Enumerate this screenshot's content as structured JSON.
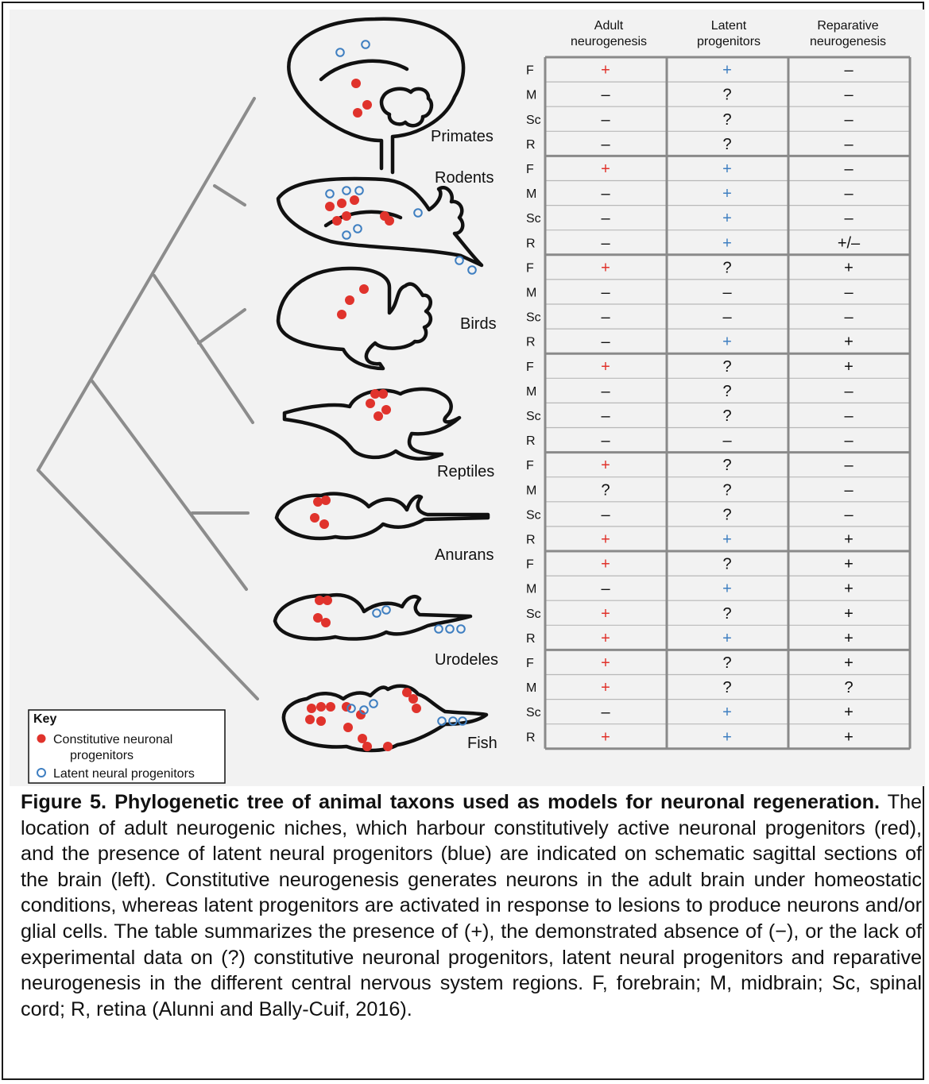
{
  "figure": {
    "columns": [
      {
        "id": "adult",
        "line1": "Adult",
        "line2": "neurogenesis"
      },
      {
        "id": "latent",
        "line1": "Latent",
        "line2": "progenitors"
      },
      {
        "id": "reparative",
        "line1": "Reparative",
        "line2": "neurogenesis"
      }
    ],
    "region_labels": [
      "F",
      "M",
      "Sc",
      "R"
    ],
    "taxa": [
      {
        "name": "Primates",
        "rows": [
          [
            "+",
            "+",
            "–"
          ],
          [
            "–",
            "?",
            "–"
          ],
          [
            "–",
            "?",
            "–"
          ],
          [
            "–",
            "?",
            "–"
          ]
        ]
      },
      {
        "name": "Rodents",
        "rows": [
          [
            "+",
            "+",
            "–"
          ],
          [
            "–",
            "+",
            "–"
          ],
          [
            "–",
            "+",
            "–"
          ],
          [
            "–",
            "+",
            "+/–"
          ]
        ]
      },
      {
        "name": "Birds",
        "rows": [
          [
            "+",
            "?",
            "+"
          ],
          [
            "–",
            "–",
            "–"
          ],
          [
            "–",
            "–",
            "–"
          ],
          [
            "–",
            "+",
            "+"
          ]
        ]
      },
      {
        "name": "Reptiles",
        "rows": [
          [
            "+",
            "?",
            "+"
          ],
          [
            "–",
            "?",
            "–"
          ],
          [
            "–",
            "?",
            "–"
          ],
          [
            "–",
            "–",
            "–"
          ]
        ]
      },
      {
        "name": "Anurans",
        "rows": [
          [
            "+",
            "?",
            "–"
          ],
          [
            "?",
            "?",
            "–"
          ],
          [
            "–",
            "?",
            "–"
          ],
          [
            "+",
            "+",
            "+"
          ]
        ]
      },
      {
        "name": "Urodeles",
        "rows": [
          [
            "+",
            "?",
            "+"
          ],
          [
            "–",
            "+",
            "+"
          ],
          [
            "+",
            "?",
            "+"
          ],
          [
            "+",
            "+",
            "+"
          ]
        ]
      },
      {
        "name": "Fish",
        "rows": [
          [
            "+",
            "?",
            "+"
          ],
          [
            "+",
            "?",
            "?"
          ],
          [
            "–",
            "+",
            "+"
          ],
          [
            "+",
            "+",
            "+"
          ]
        ]
      }
    ],
    "key": {
      "title": "Key",
      "red_line1": "Constitutive neuronal",
      "red_line2": "progenitors",
      "blue": "Latent neural progenitors"
    },
    "colors": {
      "constitutive": "#e0332c",
      "latent": "#3f7fc1",
      "tree": "#8c8c8c",
      "plus_adult": "#e0332c",
      "plus_latent": "#3f7fc1"
    }
  },
  "caption": {
    "title": "Figure 5. Phylogenetic tree of animal taxons used as models for neuronal regeneration.",
    "body": " The location of adult neurogenic niches, which harbour constitutively active neuronal progenitors (red), and the presence of latent neural progenitors (blue) are indicated on schematic sagittal sections of the brain (left). Constitutive neurogenesis generates neurons in the adult brain under homeostatic conditions, whereas latent progenitors are activated in response to lesions to produce neurons and/or glial cells. The table summarizes the presence of (+), the demonstrated absence of (−), or the lack of experimental data on (?) constitutive neuronal progenitors, latent neural progenitors and reparative neurogenesis in the different central nervous system regions. F, forebrain; M, midbrain; Sc, spinal cord; R, retina (Alunni and Bally-Cuif, 2016)."
  }
}
